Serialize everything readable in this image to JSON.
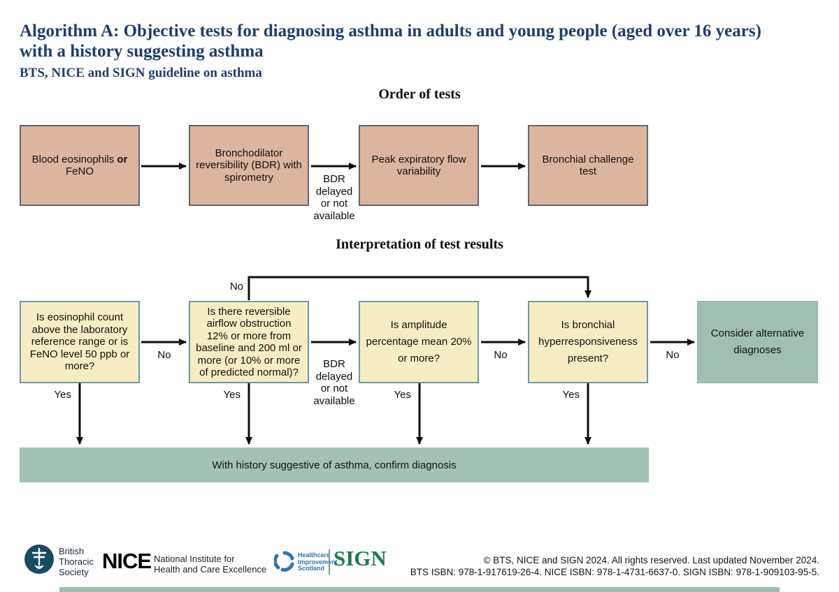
{
  "title": {
    "lines": [
      "Algorithm A: Objective tests for diagnosing asthma in adults and young people (aged over 16 years)",
      "with a history suggesting asthma"
    ],
    "subtitle": "BTS, NICE and SIGN guideline on asthma"
  },
  "sections": {
    "order": "Order of tests",
    "interpretation": "Interpretation of test results"
  },
  "order_row": {
    "boxes": [
      {
        "pre": "Blood eosinophils",
        "bold": "or",
        "post": "FeNO"
      },
      {
        "label": "Bronchodilator reversibility (BDR) with spirometry"
      },
      {
        "label": "Peak expiratory flow variability"
      },
      {
        "label": "Bronchial challenge test"
      }
    ],
    "bdr_note": "BDR delayed or not available"
  },
  "interpretation_row": {
    "boxes": [
      {
        "label": "Is eosinophil count above the laboratory reference range or is FeNO level 50 ppb or more?"
      },
      {
        "label": "Is there reversible airflow obstruction 12% or more from baseline and 200 ml or more (or 10% or more of predicted normal)?"
      },
      {
        "label": "Is amplitude percentage mean 20% or more?"
      },
      {
        "label": "Is bronchial hyperresponsiveness present?"
      }
    ],
    "alternative": "Consider alternative diagnoses",
    "bdr_note": "BDR delayed or not available",
    "labels": {
      "no": "No",
      "yes": "Yes"
    }
  },
  "confirm_bar": "With history suggestive of asthma, confirm diagnosis",
  "footer": {
    "bts": {
      "org": [
        "British",
        "Thoracic",
        "Society"
      ]
    },
    "nice": {
      "abbr": "NICE",
      "name": [
        "National Institute for",
        "Health and Care Excellence"
      ]
    },
    "his": {
      "org": [
        "Healthcare",
        "Improvement",
        "Scotland"
      ],
      "sign": "SIGN"
    },
    "copyright": [
      "© BTS, NICE and SIGN 2024. All rights reserved. Last updated November 2024.",
      "BTS ISBN: 978-1-917619-26-4. NICE ISBN: 978-1-4731-6637-0. SIGN ISBN: 978-1-909103-95-5."
    ]
  },
  "colors": {
    "title_navy": "#203e6a",
    "order_box_fill": "#dcb59e",
    "order_box_border": "#5d6873",
    "question_box_fill": "#f7edc4",
    "question_box_border": "#6b98a7",
    "green_fill": "#a0c1b1",
    "sign_green": "#1f7a4e",
    "his_blue": "#2e74ae",
    "bts_circle": "#184b5f"
  }
}
